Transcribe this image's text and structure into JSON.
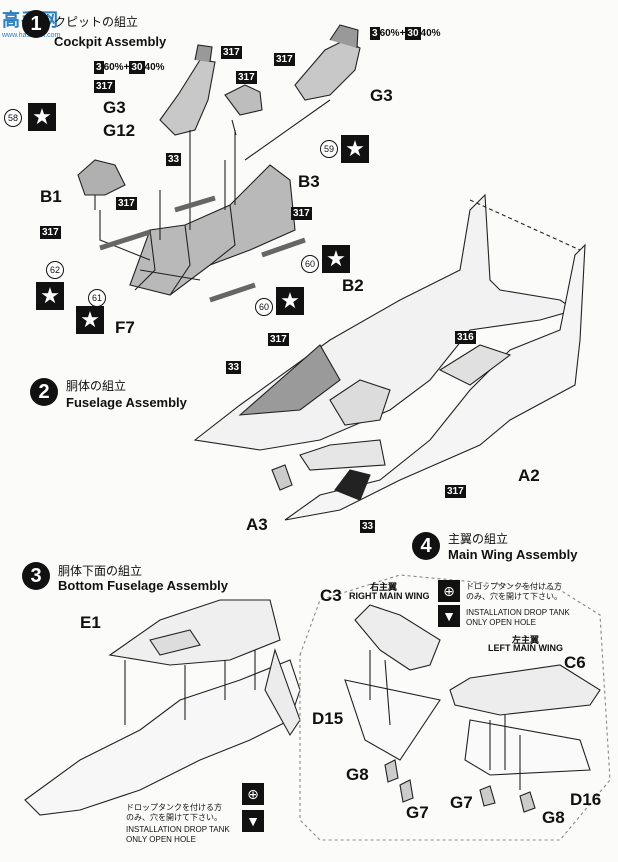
{
  "logo": {
    "text": "高手网",
    "sub": "www.hasshan.com"
  },
  "steps": [
    {
      "number": "1",
      "jp": "クピットの組立",
      "en": "Cockpit Assembly"
    },
    {
      "number": "2",
      "jp": "胴体の組立",
      "en": "Fuselage Assembly"
    },
    {
      "number": "3",
      "jp": "胴体下面の組立",
      "en": "Bottom Fuselage Assembly"
    },
    {
      "number": "4",
      "jp": "主翼の組立",
      "en": "Main Wing Assembly"
    }
  ],
  "parts": {
    "G3a": "G3",
    "G12": "G12",
    "B1": "B1",
    "B3": "B3",
    "F7": "F7",
    "G3b": "G3",
    "B2": "B2",
    "A2": "A2",
    "A3": "A3",
    "E1": "E1",
    "C3": "C3",
    "C6": "C6",
    "D15": "D15",
    "D16": "D16",
    "G8a": "G8",
    "G7a": "G7",
    "G7b": "G7",
    "G8b": "G8"
  },
  "paint_codes": {
    "c317": "317",
    "c33": "33",
    "c316": "316",
    "c3": "3",
    "c30": "30"
  },
  "mix": {
    "pct1": "60%",
    "plus": "+",
    "pct2": "40%"
  },
  "decals": {
    "d58": "58",
    "d59": "59",
    "d60a": "60",
    "d60b": "60",
    "d61": "61",
    "d62": "62"
  },
  "wing": {
    "right_jp": "右主翼",
    "right_en": "RIGHT MAIN WING",
    "left_jp": "左主翼",
    "left_en": "LEFT MAIN WING",
    "drop_jp_1": "ドロップタンクを付ける方",
    "drop_jp_2": "のみ、穴を開けて下さい。",
    "drop_en_1": "INSTALLATION DROP TANK",
    "drop_en_2": "ONLY OPEN HOLE"
  }
}
